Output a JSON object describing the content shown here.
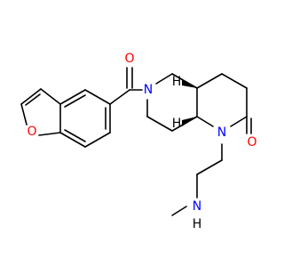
{
  "molecule": {
    "colors": {
      "carbon_bond": "#000000",
      "oxygen": "#ff0000",
      "nitrogen": "#0000ff",
      "hydrogen_label": "#000000"
    },
    "atoms": {
      "o_furan": "O",
      "o_carbonyl_top": "O",
      "n_piperidine": "N",
      "n_lactam": "N",
      "o_lactam": "O",
      "n_amine": "N",
      "h_amine": "H",
      "h_stereo_upper": "H",
      "h_stereo_lower": "H"
    }
  }
}
